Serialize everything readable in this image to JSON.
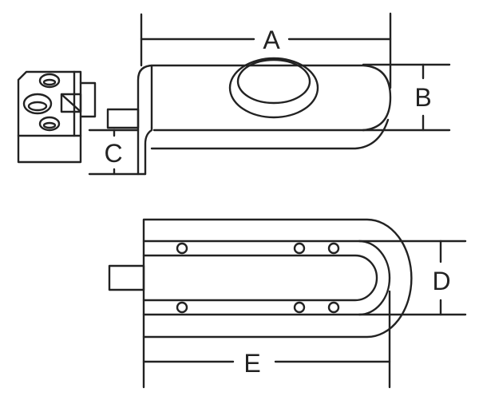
{
  "labels": {
    "a": "A",
    "b": "B",
    "c": "C",
    "d": "D",
    "e": "E"
  },
  "colors": {
    "line": "#222222",
    "background": "#ffffff"
  }
}
